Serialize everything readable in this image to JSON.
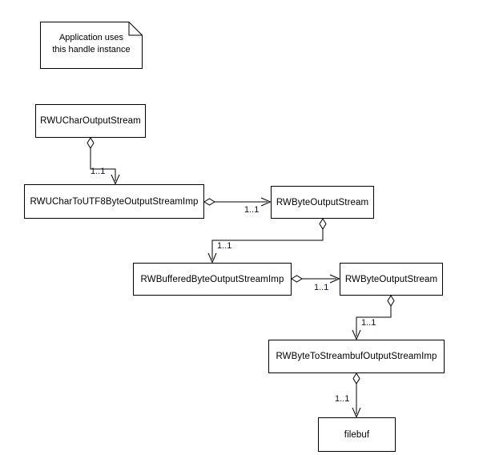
{
  "diagram": {
    "type": "uml-class-aggregation-diagram",
    "background_color": "#ffffff",
    "stroke_color": "#000000",
    "label_color": "#101028",
    "note": {
      "line1": "Application uses",
      "line2": "this handle instance"
    },
    "nodes": [
      {
        "id": "rwu-char-output-stream",
        "label": "RWUCharOutputStream"
      },
      {
        "id": "rwu-char-to-utf8-byte-output-stream-imp",
        "label": "RWUCharToUTF8ByteOutputStreamImp"
      },
      {
        "id": "rw-byte-output-stream-1",
        "label": "RWByteOutputStream"
      },
      {
        "id": "rw-buffered-byte-output-stream-imp",
        "label": "RWBufferedByteOutputStreamImp"
      },
      {
        "id": "rw-byte-output-stream-2",
        "label": "RWByteOutputStream"
      },
      {
        "id": "rw-byte-to-streambuf-output-stream-imp",
        "label": "RWByteToStreambufOutputStreamImp"
      },
      {
        "id": "filebuf",
        "label": "filebuf"
      }
    ],
    "edges": [
      {
        "id": "edge-1",
        "from": "rwu-char-output-stream",
        "to": "rwu-char-to-utf8-byte-output-stream-imp",
        "multiplicity": "1..1"
      },
      {
        "id": "edge-2",
        "from": "rwu-char-to-utf8-byte-output-stream-imp",
        "to": "rw-byte-output-stream-1",
        "multiplicity": "1..1"
      },
      {
        "id": "edge-3",
        "from": "rw-byte-output-stream-1",
        "to": "rw-buffered-byte-output-stream-imp",
        "multiplicity": "1..1"
      },
      {
        "id": "edge-4",
        "from": "rw-buffered-byte-output-stream-imp",
        "to": "rw-byte-output-stream-2",
        "multiplicity": "1..1"
      },
      {
        "id": "edge-5",
        "from": "rw-byte-output-stream-2",
        "to": "rw-byte-to-streambuf-output-stream-imp",
        "multiplicity": "1..1"
      },
      {
        "id": "edge-6",
        "from": "rw-byte-to-streambuf-output-stream-imp",
        "to": "filebuf",
        "multiplicity": "1..1"
      }
    ]
  }
}
